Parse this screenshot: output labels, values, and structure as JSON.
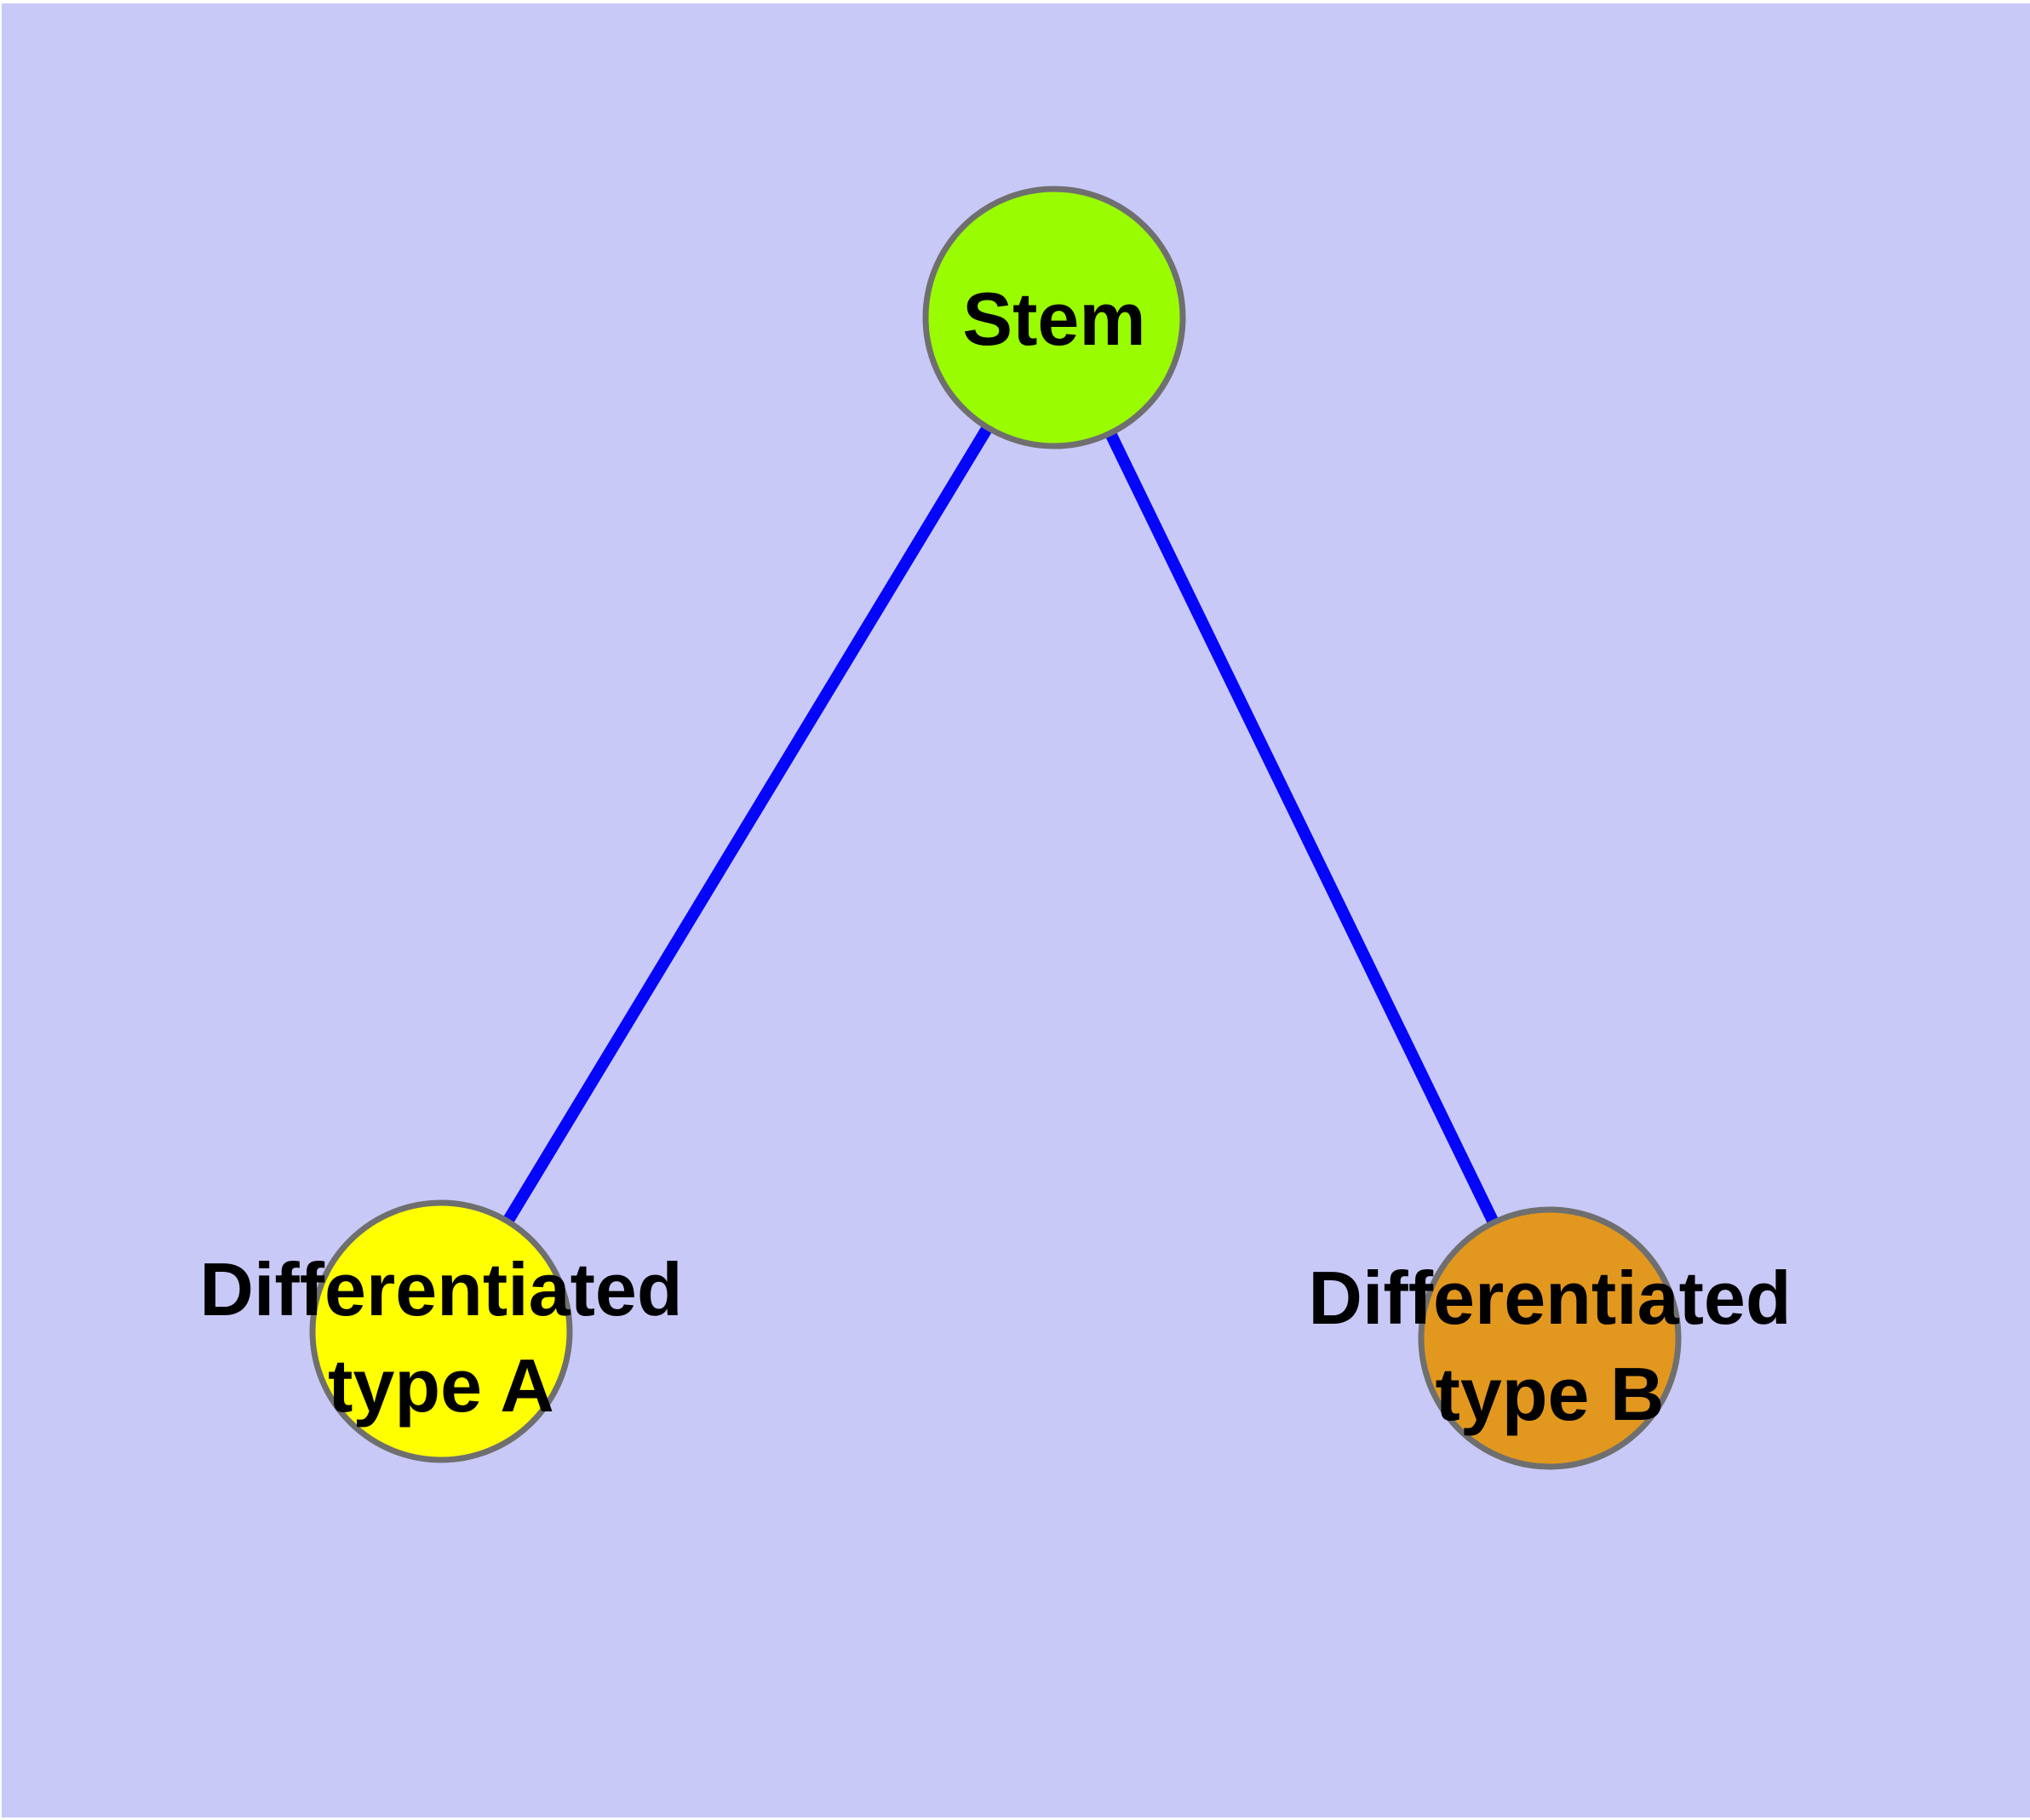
{
  "diagram": {
    "background_color": "#C9C9F8",
    "margin_color": "#FFFFFF",
    "edge_color": "#0505FA",
    "node_border_color": "#6F6F6F",
    "label_color": "#000000",
    "nodes": [
      {
        "id": "stem",
        "label": "Stem",
        "label_line1": "Stem",
        "label_line2": "",
        "color": "#99FC00"
      },
      {
        "id": "type-a",
        "label": "Differentiated type A",
        "label_line1": "Differentiated",
        "label_line2": "type A",
        "color": "#FFFF00"
      },
      {
        "id": "type-b",
        "label": "Differentiated type B",
        "label_line1": "Differentiated",
        "label_line2": "type B",
        "color": "#E2981E"
      }
    ],
    "edges": [
      {
        "from": "stem",
        "to": "type-a"
      },
      {
        "from": "stem",
        "to": "type-b"
      }
    ]
  }
}
